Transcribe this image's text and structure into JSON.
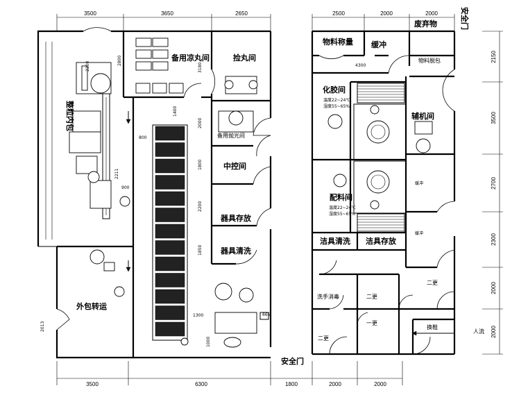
{
  "top_dims": [
    "3500",
    "3650",
    "2650",
    "2500",
    "2000",
    "2000"
  ],
  "bottom_dims": [
    "3500",
    "6300",
    "1800",
    "2000",
    "2000"
  ],
  "right_dims": [
    "2150",
    "3500",
    "2700",
    "2300",
    "2000",
    "2000"
  ],
  "inner_dims": {
    "d2800": "2800",
    "d3180": "3180",
    "d1400": "1400",
    "d800": "800",
    "d2000a": "2000",
    "d1800": "1800",
    "d2200": "2200",
    "d1850": "1850",
    "d2211": "2211",
    "d900": "900",
    "d1300": "1300",
    "d665": "665",
    "d1000": "1000",
    "d2013": "2013",
    "d2200b": "2200",
    "d4300": "4300"
  },
  "rooms": {
    "inner_pack": "整粒内包",
    "spare_cool": "备用凉丸间",
    "pick_pill": "捡丸间",
    "spare_polish": "备用抛光间",
    "control": "中控间",
    "tool_store": "器具存放",
    "tool_wash": "器具清洗",
    "outer_pack": "外包转运",
    "material_weigh": "物料称量",
    "buffer": "缓冲",
    "waste": "废弃物",
    "outer_clean": "物料脱包",
    "glue_room": "化胶间",
    "aux_room": "辅机间",
    "mix_room": "配料间",
    "cleaning_wash": "洁具清洗",
    "cleaning_store": "洁具存放",
    "hand_wash": "洗手消毒",
    "second_change_a": "二更",
    "second_change_b": "二更",
    "second_change_c": "二更",
    "first_change": "一更",
    "shoe_change": "换鞋",
    "buffer_small_a": "缓冲",
    "buffer_small_b": "缓冲"
  },
  "notes": {
    "glue_t": "温度22~24℃",
    "glue_h": "湿度55~65%",
    "mix_t": "温度22~24℃",
    "mix_h": "湿度55~65%"
  },
  "labels": {
    "safety_exit_top": "安全门",
    "safety_exit_bottom": "安全门",
    "entrance": "人流"
  }
}
